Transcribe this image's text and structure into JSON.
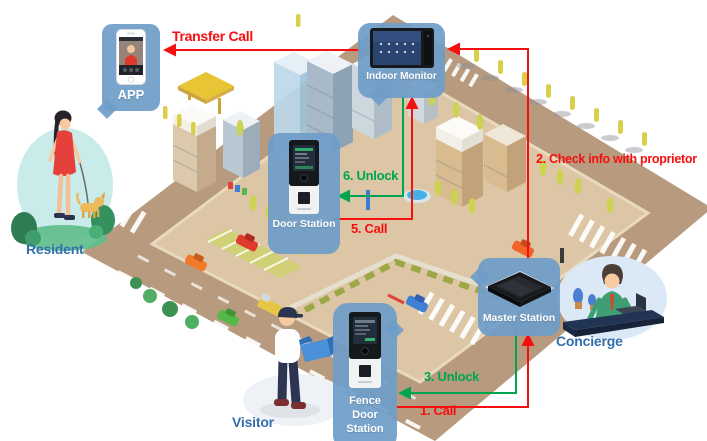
{
  "bubbles": {
    "app": {
      "label": "APP"
    },
    "indoor_monitor": {
      "label": "Indoor Monitor"
    },
    "door_station": {
      "label": "Door Station"
    },
    "master_station": {
      "label": "Master Station"
    },
    "fence_door_station": {
      "label": "Fence Door Station"
    }
  },
  "actors": {
    "resident": {
      "label": "Resident"
    },
    "visitor": {
      "label": "Visitor"
    },
    "concierge": {
      "label": "Concierge"
    }
  },
  "flows": {
    "transfer_call": {
      "label": "Transfer Call",
      "color": "#f50f0f",
      "direction": "indoor-monitor to app"
    },
    "check_info": {
      "label": "2. Check info with proprietor",
      "color": "#f50f0f",
      "direction": "master-station to indoor-monitor"
    },
    "call_1": {
      "label": "1. Call",
      "color": "#f50f0f",
      "direction": "fence-door-station to master-station"
    },
    "unlock_3": {
      "label": "3. Unlock",
      "color": "#00a550",
      "direction": "master-station to fence-door-station"
    },
    "call_5": {
      "label": "5. Call",
      "color": "#f50f0f",
      "direction": "door-station to indoor-monitor"
    },
    "unlock_6": {
      "label": "6. Unlock",
      "color": "#00a550",
      "direction": "indoor-monitor to door-station"
    }
  },
  "colors": {
    "call_arrow": "#f50f0f",
    "unlock_arrow": "#00a550",
    "bubble_blue": "#6f9dc8",
    "actor_label_blue": "#336fad"
  }
}
